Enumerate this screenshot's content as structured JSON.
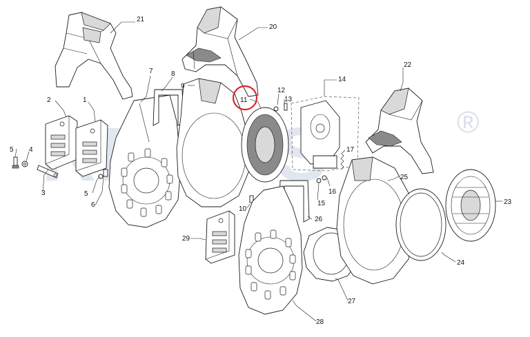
{
  "diagram": {
    "watermark": "REMAS",
    "watermark_mark": "®",
    "highlighted_callout": "11",
    "highlight_color": "#d9262c",
    "callouts": [
      {
        "id": "c1",
        "label": "1"
      },
      {
        "id": "c2",
        "label": "2"
      },
      {
        "id": "c3",
        "label": "3"
      },
      {
        "id": "c4",
        "label": "4"
      },
      {
        "id": "c5a",
        "label": "5"
      },
      {
        "id": "c5b",
        "label": "5"
      },
      {
        "id": "c6",
        "label": "6"
      },
      {
        "id": "c7",
        "label": "7"
      },
      {
        "id": "c8",
        "label": "8"
      },
      {
        "id": "c9",
        "label": "9"
      },
      {
        "id": "c10",
        "label": "10"
      },
      {
        "id": "c11",
        "label": "11"
      },
      {
        "id": "c12",
        "label": "12"
      },
      {
        "id": "c13",
        "label": "13"
      },
      {
        "id": "c14",
        "label": "14"
      },
      {
        "id": "c15",
        "label": "15"
      },
      {
        "id": "c16",
        "label": "16"
      },
      {
        "id": "c17",
        "label": "17"
      },
      {
        "id": "c20",
        "label": "20"
      },
      {
        "id": "c21",
        "label": "21"
      },
      {
        "id": "c22",
        "label": "22"
      },
      {
        "id": "c23",
        "label": "23"
      },
      {
        "id": "c24",
        "label": "24"
      },
      {
        "id": "c25",
        "label": "25"
      },
      {
        "id": "c26",
        "label": "26"
      },
      {
        "id": "c27",
        "label": "27"
      },
      {
        "id": "c28",
        "label": "28"
      },
      {
        "id": "c29",
        "label": "29"
      }
    ]
  }
}
